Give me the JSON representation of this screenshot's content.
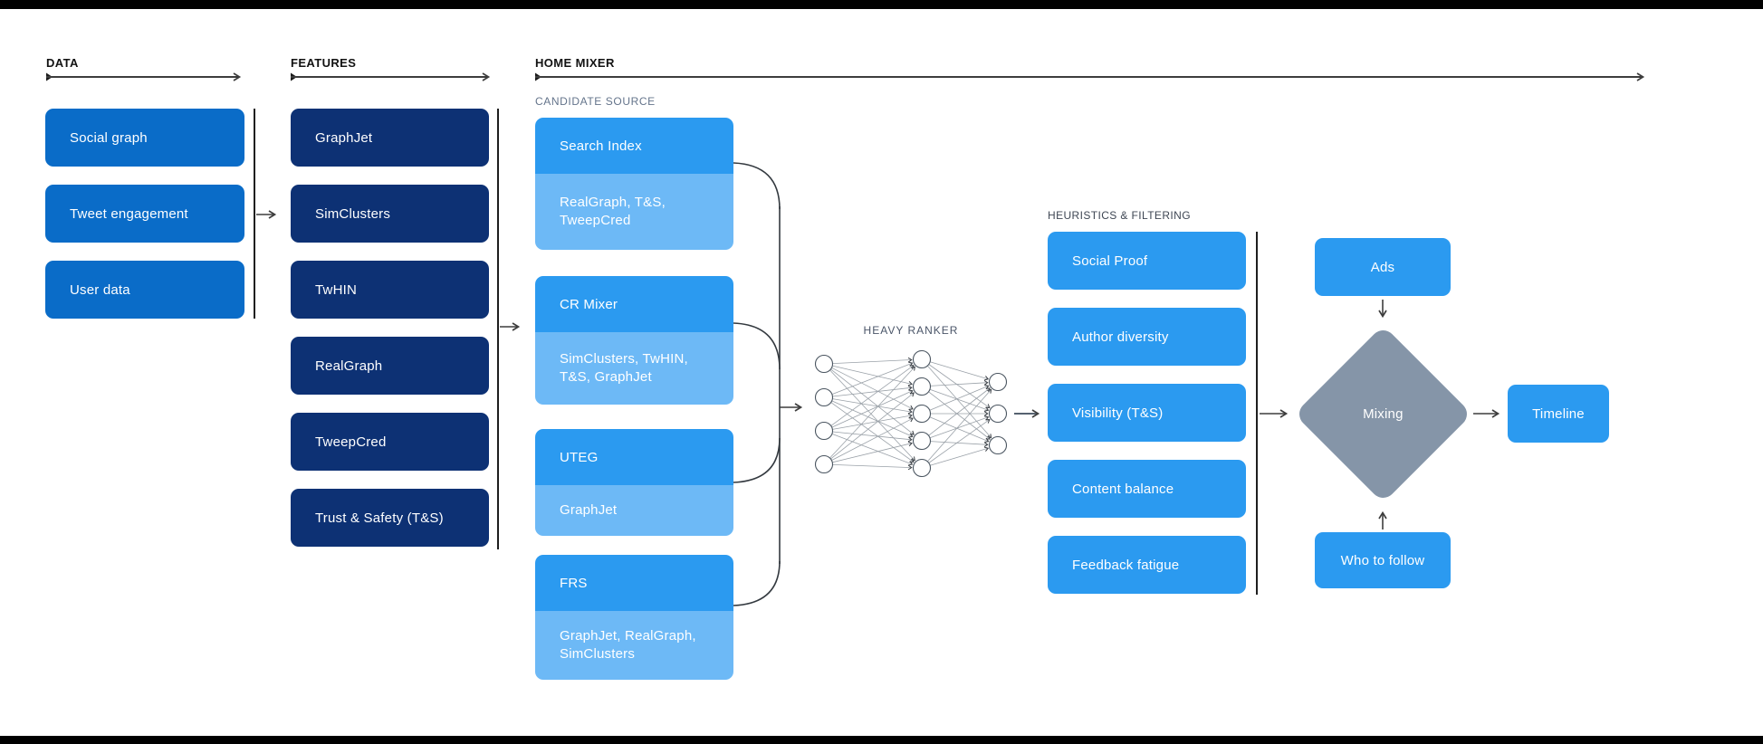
{
  "headers": {
    "data": "DATA",
    "features": "FEATURES",
    "home_mixer": "HOME MIXER"
  },
  "data_column": {
    "items": [
      "Social graph",
      "Tweet engagement",
      "User data"
    ]
  },
  "features_column": {
    "items": [
      "GraphJet",
      "SimClusters",
      "TwHIN",
      "RealGraph",
      "TweepCred",
      "Trust & Safety (T&S)"
    ]
  },
  "candidate_source": {
    "label": "CANDIDATE SOURCE",
    "groups": [
      {
        "title": "Search Index",
        "sources": "RealGraph, T&S, TweepCred"
      },
      {
        "title": "CR Mixer",
        "sources": "SimClusters, TwHIN, T&S, GraphJet"
      },
      {
        "title": "UTEG",
        "sources": "GraphJet"
      },
      {
        "title": "FRS",
        "sources": "GraphJet, RealGraph, SimClusters"
      }
    ]
  },
  "heavy_ranker": {
    "label": "HEAVY RANKER"
  },
  "heuristics": {
    "label": "HEURISTICS & FILTERING",
    "items": [
      "Social Proof",
      "Author diversity",
      "Visibility (T&S)",
      "Content balance",
      "Feedback fatigue"
    ]
  },
  "mixing_stage": {
    "ads": "Ads",
    "diamond": "Mixing",
    "who_to_follow": "Who to follow",
    "timeline": "Timeline"
  },
  "palette": {
    "data_box": "#0a6cc8",
    "feature_box": "#0d3174",
    "candidate_header": "#2b9af0",
    "candidate_sub": "#6db9f6",
    "diamond": "#8595a8",
    "line": "#3d3d3d",
    "black_bar": "#000000"
  }
}
